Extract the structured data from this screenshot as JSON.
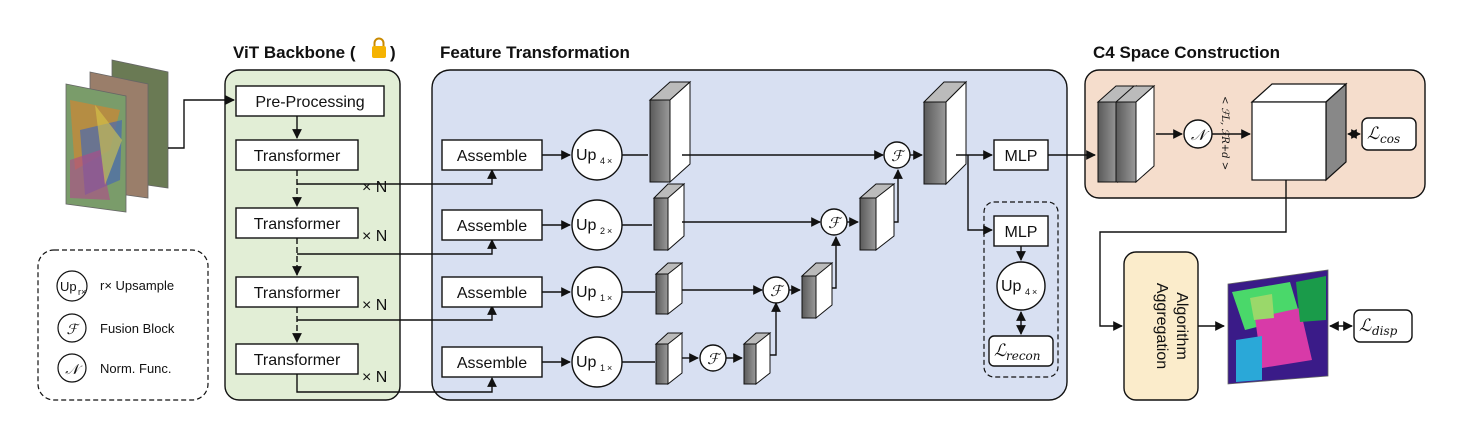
{
  "titles": {
    "backbone": "ViT Backbone (",
    "backbone_end": ")",
    "feature": "Feature Transformation",
    "c4": "C4 Space Construction"
  },
  "backbone": {
    "preprocessing": "Pre-Processing",
    "transformer": "Transformer",
    "times_n": "× N"
  },
  "feature": {
    "assemble": "Assemble",
    "up_prefix": "Up",
    "up_suffix": "×",
    "scales": [
      "4",
      "2",
      "1",
      "1"
    ],
    "fusion_symbol": "ℱ",
    "mlp": "MLP",
    "up4": "4"
  },
  "losses": {
    "cos": "cos",
    "recon": "recon",
    "disp": "disp",
    "script_L": "ℒ"
  },
  "c4": {
    "norm_symbol": "𝒩",
    "corr_label": "< ℱL, ℱR+d >"
  },
  "aggregation": {
    "line1": "Aggregation",
    "line2": "Algorithm"
  },
  "legend": {
    "up_icon": "Up",
    "up_sub": "r×",
    "up_text": "r× Upsample",
    "fusion_text": "Fusion Block",
    "norm_text": "Norm. Func."
  },
  "colors": {
    "backbone_bg": "#e2eed6",
    "feature_bg": "#d8e0f2",
    "c4_bg": "#f5ddcc",
    "aggregation_bg": "#fbeccb"
  }
}
